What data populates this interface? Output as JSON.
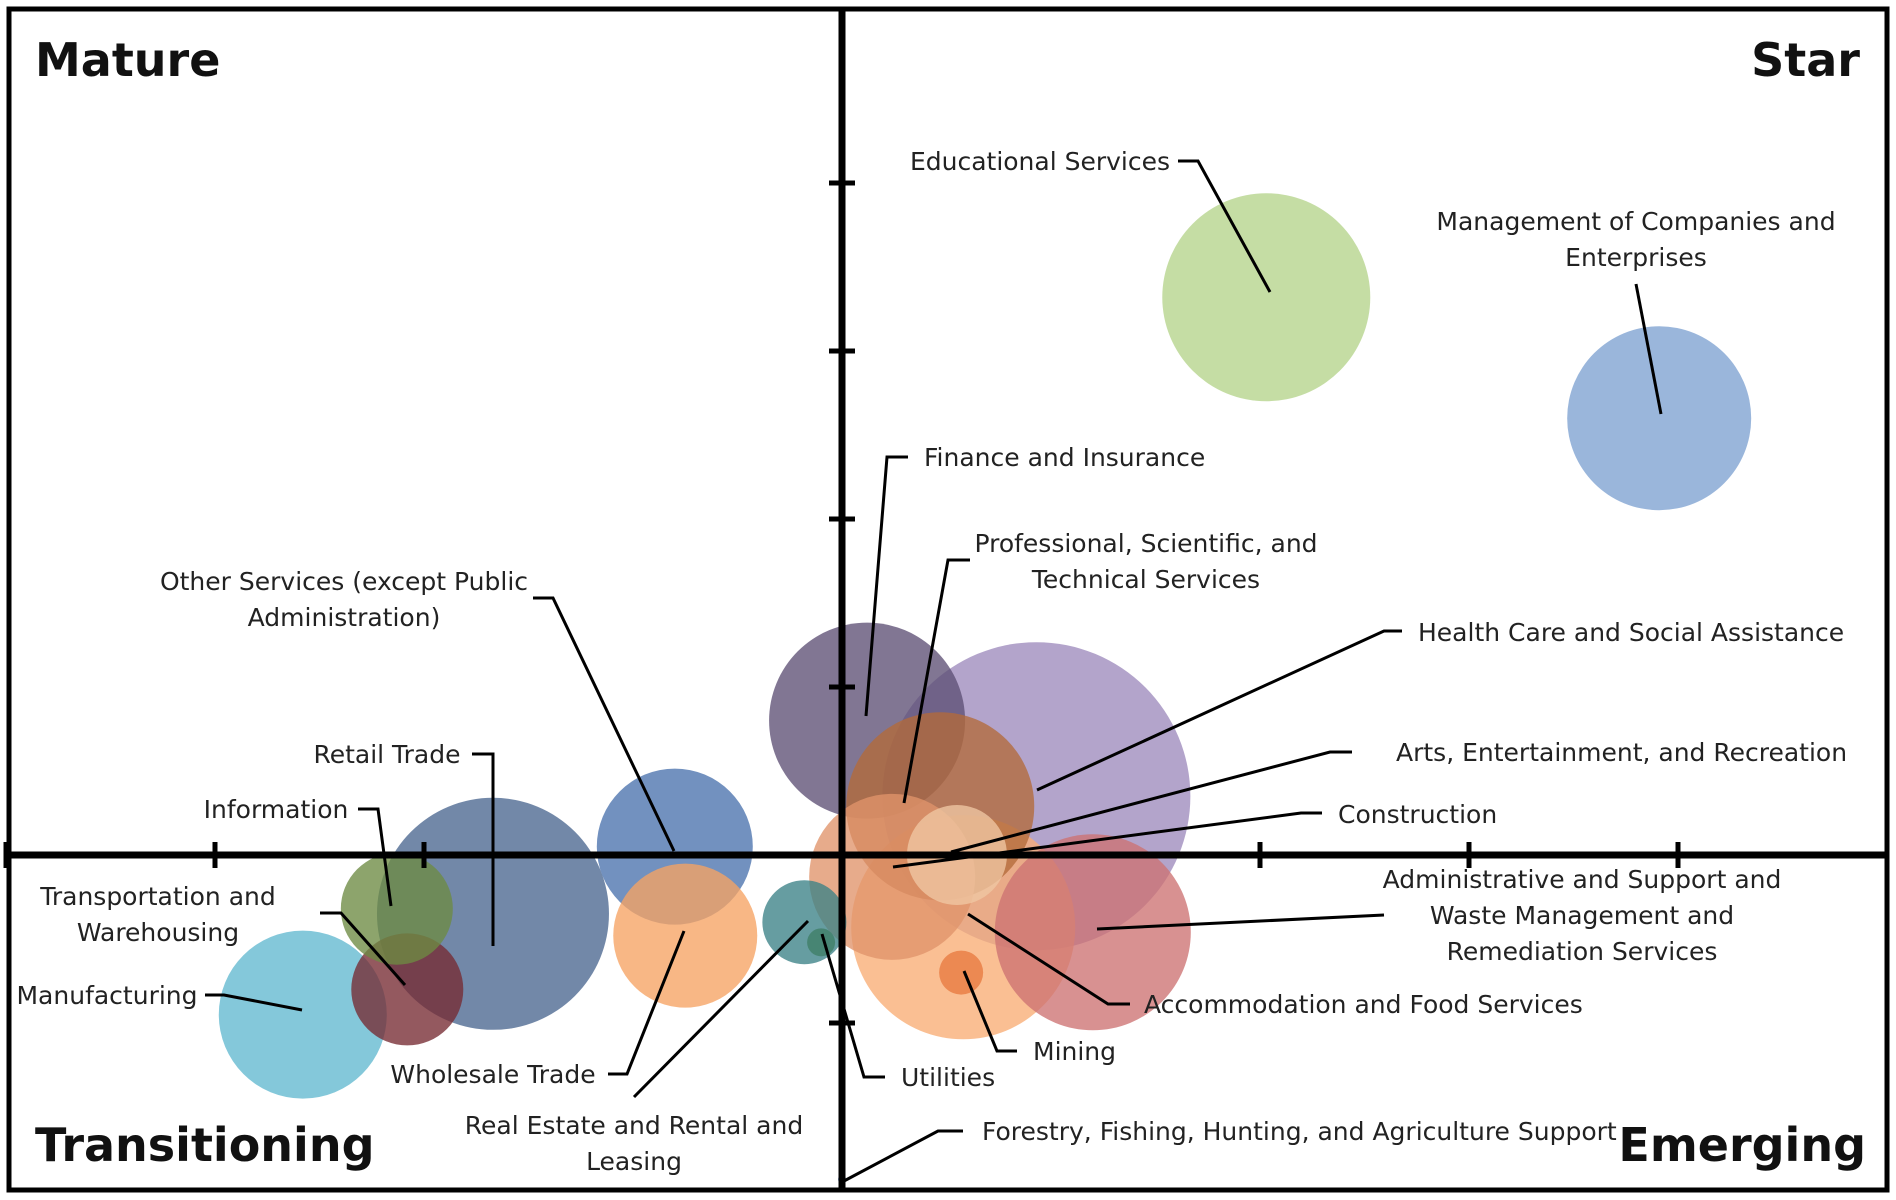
{
  "chart_data": {
    "type": "bubble",
    "quadrants": {
      "top_left": "Mature",
      "top_right": "Star",
      "bottom_left": "Transitioning",
      "bottom_right": "Emerging"
    },
    "x_ticks": [
      -4,
      -3,
      -2,
      2,
      3,
      4
    ],
    "y_ticks": [
      -1,
      1,
      2,
      3,
      4
    ],
    "xlim": [
      -4,
      5
    ],
    "ylim": [
      -2,
      5
    ],
    "grid": false,
    "bubbles": [
      {
        "name": "Health Care and Social Assistance",
        "x": 0.93,
        "y": 0.35,
        "size": 154,
        "color": "#9d8abd"
      },
      {
        "name": "Retail Trade",
        "x": -1.67,
        "y": -0.35,
        "size": 116,
        "color": "#4a6690"
      },
      {
        "name": "Finance and Insurance",
        "x": 0.12,
        "y": 0.8,
        "size": 98,
        "color": "#5d4f75"
      },
      {
        "name": "Educational Services",
        "x": 2.03,
        "y": 3.32,
        "size": 104,
        "color": "#b5d38b"
      },
      {
        "name": "Management of Companies and Enterprises",
        "x": 3.91,
        "y": 2.6,
        "size": 92,
        "color": "#7ea2d1"
      },
      {
        "name": "Accommodation and Food Services",
        "x": 0.58,
        "y": -0.43,
        "size": 112,
        "color": "#f8ad75"
      },
      {
        "name": "Professional, Scientific, and Technical Services",
        "x": 0.47,
        "y": 0.29,
        "size": 94,
        "color": "#b36a3a"
      },
      {
        "name": "Administrative and Support and Waste Management and Remediation Services",
        "x": 1.2,
        "y": -0.46,
        "size": 98,
        "color": "#cd7272"
      },
      {
        "name": "Construction",
        "x": 0.24,
        "y": -0.13,
        "size": 83,
        "color": "#e0946a"
      },
      {
        "name": "Other Services (except Public Administration)",
        "x": -0.8,
        "y": 0.05,
        "size": 78,
        "color": "#4a72ad"
      },
      {
        "name": "Wholesale Trade",
        "x": -0.75,
        "y": -0.48,
        "size": 72,
        "color": "#f6a363"
      },
      {
        "name": "Manufacturing",
        "x": -2.58,
        "y": -0.95,
        "size": 84,
        "color": "#62b9d0"
      },
      {
        "name": "Transportation and Warehousing",
        "x": -2.08,
        "y": -0.8,
        "size": 56,
        "color": "#762a32"
      },
      {
        "name": "Information",
        "x": -2.13,
        "y": -0.32,
        "size": 56,
        "color": "#6d8a42"
      },
      {
        "name": "Arts, Entertainment, and Recreation",
        "x": 0.55,
        "y": 0.0,
        "size": 50,
        "color": "#efc6a3"
      },
      {
        "name": "Real Estate and Rental and Leasing",
        "x": -0.18,
        "y": -0.4,
        "size": 42,
        "color": "#3b8287"
      },
      {
        "name": "Mining",
        "x": 0.57,
        "y": -0.7,
        "size": 22,
        "color": "#e87a40"
      },
      {
        "name": "Utilities",
        "x": -0.1,
        "y": -0.52,
        "size": 14,
        "color": "#3f7f67"
      },
      {
        "name": "Forestry, Fishing, Hunting, and Agriculture Support",
        "x": 0.0,
        "y": -1.93,
        "size": 4,
        "color": "#4a72ad"
      }
    ]
  },
  "labels": {
    "educational": [
      "Educational Services"
    ],
    "management": [
      "Management of Companies and",
      "Enterprises"
    ],
    "finance": [
      "Finance and Insurance"
    ],
    "professional": [
      "Professional, Scientific, and",
      "Technical Services"
    ],
    "health": [
      "Health Care and Social Assistance"
    ],
    "arts": [
      "Arts, Entertainment, and Recreation"
    ],
    "construction": [
      "Construction"
    ],
    "admin": [
      "Administrative and Support and",
      "Waste Management and",
      "Remediation Services"
    ],
    "accommodation": [
      "Accommodation and Food Services"
    ],
    "mining": [
      "Mining"
    ],
    "utilities": [
      "Utilities"
    ],
    "forestry": [
      "Forestry, Fishing, Hunting, and Agriculture Support"
    ],
    "realestate": [
      "Real Estate and Rental and",
      "Leasing"
    ],
    "wholesale": [
      "Wholesale Trade"
    ],
    "other": [
      "Other Services (except Public",
      "Administration)"
    ],
    "retail": [
      "Retail Trade"
    ],
    "information": [
      "Information"
    ],
    "transportation": [
      "Transportation and",
      "Warehousing"
    ],
    "manufacturing": [
      "Manufacturing"
    ]
  }
}
